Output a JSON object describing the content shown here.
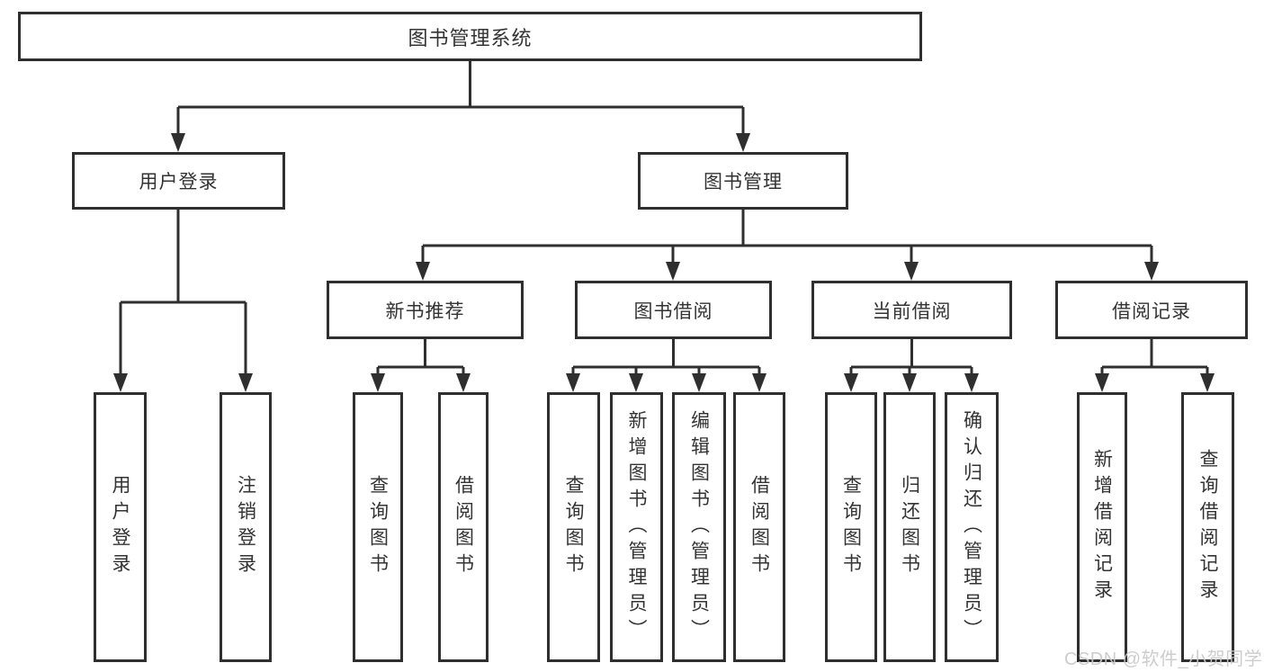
{
  "title": "图书管理系统",
  "level2": {
    "user_login": "用户登录",
    "book_management": "图书管理"
  },
  "level3": {
    "new_book_recommend": "新书推荐",
    "book_borrow": "图书借阅",
    "current_borrow": "当前借阅",
    "borrow_records": "借阅记录"
  },
  "leaves": {
    "user_login_login": "用户登录",
    "user_login_logout": "注销登录",
    "nbr_query_books": "查询图书",
    "nbr_borrow_books": "借阅图书",
    "bb_query_books": "查询图书",
    "bb_add_books_admin": "新增图书（管理员）",
    "bb_edit_books_admin": "编辑图书（管理员）",
    "bb_borrow_books": "借阅图书",
    "cb_query_books": "查询图书",
    "cb_return_books": "归还图书",
    "cb_confirm_return_admin": "确认归还（管理员）",
    "br_add_record": "新增借阅记录",
    "br_query_record": "查询借阅记录"
  },
  "hierarchy": {
    "图书管理系统": {
      "用户登录": [
        "用户登录",
        "注销登录"
      ],
      "图书管理": {
        "新书推荐": [
          "查询图书",
          "借阅图书"
        ],
        "图书借阅": [
          "查询图书",
          "新增图书（管理员）",
          "编辑图书（管理员）",
          "借阅图书"
        ],
        "当前借阅": [
          "查询图书",
          "归还图书",
          "确认归还（管理员）"
        ],
        "借阅记录": [
          "新增借阅记录",
          "查询借阅记录"
        ]
      }
    }
  },
  "watermark": "CSDN @软件_小贺同学",
  "colors": {
    "line": "#2f2f2f",
    "box_border": "#2f2f2f",
    "text": "#333333",
    "background": "#ffffff",
    "watermark": "#c9c9c9"
  }
}
